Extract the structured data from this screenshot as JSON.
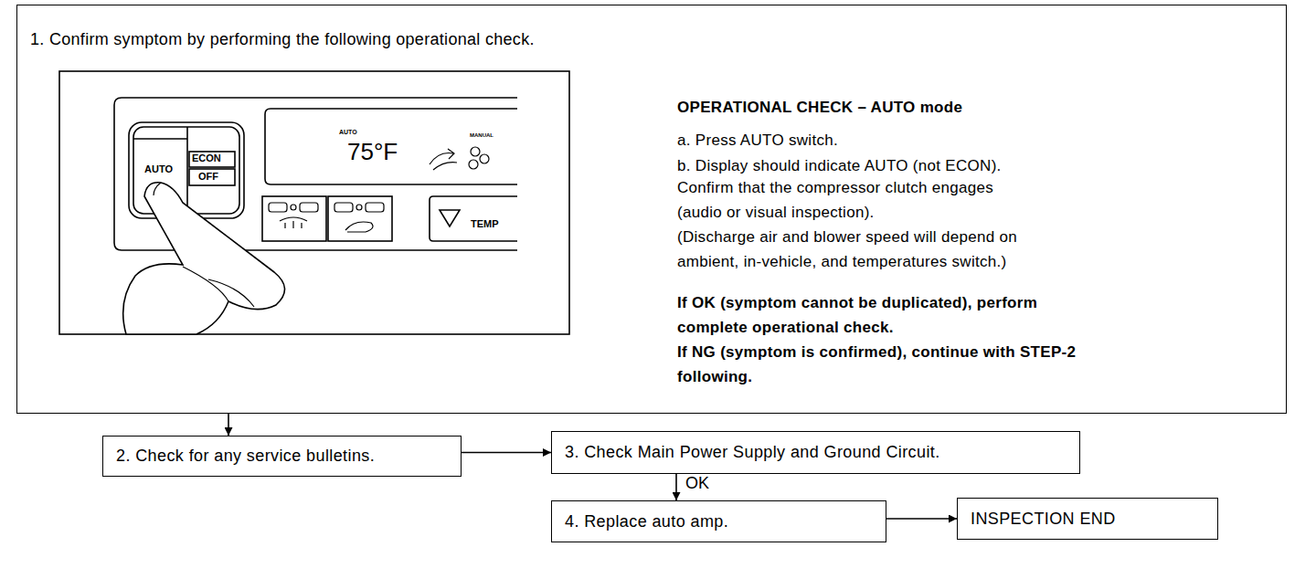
{
  "diagram": {
    "nodes": [
      {
        "text": [
          "1. Confirm symptom by performing the following operational check.",
          "OPERATIONAL CHECK – AUTO mode",
          "a. Press AUTO switch.",
          "b. Display should indicate AUTO (not ECON).",
          "Confirm that the compressor clutch engages (audio or visual inspection).",
          "(Discharge air and blower speed will depend on ambient, in-vehicle, and temperatures switch.)",
          "If OK (symptom cannot be duplicated), perform complete operational check.",
          "If NG (symptom is confirmed), continue with STEP-2 following."
        ]
      },
      {
        "text": [
          "2. Check for any service bulletins."
        ]
      },
      {
        "text": [
          "3. Check Main Power Supply and Ground Circuit."
        ]
      },
      {
        "text": [
          "4. Replace auto amp."
        ]
      },
      {
        "text": [
          "INSPECTION END"
        ]
      }
    ],
    "edges": [
      {
        "from": 0,
        "to": 1,
        "arrow": "to"
      },
      {
        "from": 1,
        "to": 2,
        "arrow": "to"
      },
      {
        "from": 2,
        "to": 3,
        "label": "OK",
        "arrow": "to"
      },
      {
        "from": 3,
        "to": 4,
        "arrow": "to"
      }
    ],
    "labels": [
      "AUTO",
      "ECON",
      "OFF",
      "AUTO",
      "75°F",
      "MANUAL",
      "TEMP"
    ]
  }
}
